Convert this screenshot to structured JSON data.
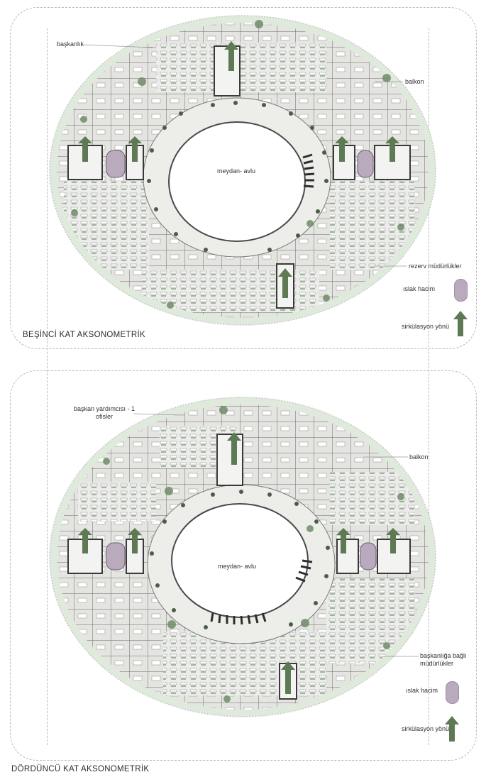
{
  "panels": [
    {
      "title": "BEŞİNCİ KAT AKSONOMETRİK",
      "labels": {
        "top_left": "başkanlık",
        "right_top": "balkon",
        "center": "meydan- avlu",
        "right_mid": "rezerv müdürlükler"
      },
      "legend": {
        "wet": "ıslak hacim",
        "circulation": "sirkülasyon yönü"
      }
    },
    {
      "title": "DÖRDÜNCÜ  KAT AKSONOMETRİK",
      "labels": {
        "top_left": "başkan yardımcısı - 1\nofisler",
        "right_top": "balkon",
        "center": "meydan- avlu",
        "right_mid": "başkanlığa bağlı\nmüdürlükler"
      },
      "legend": {
        "wet": "ıslak hacim",
        "circulation": "sirkülasyon yönü"
      }
    }
  ],
  "colors": {
    "ring": "#dfe9dc",
    "floor": "#e9e9e6",
    "courtyard": "#ffffff",
    "arrow": "#5e7a54",
    "wet": "#b9aabd",
    "wall": "#555555"
  },
  "icons": {
    "circulation": "up-arrow-icon",
    "wet": "pill-icon"
  }
}
